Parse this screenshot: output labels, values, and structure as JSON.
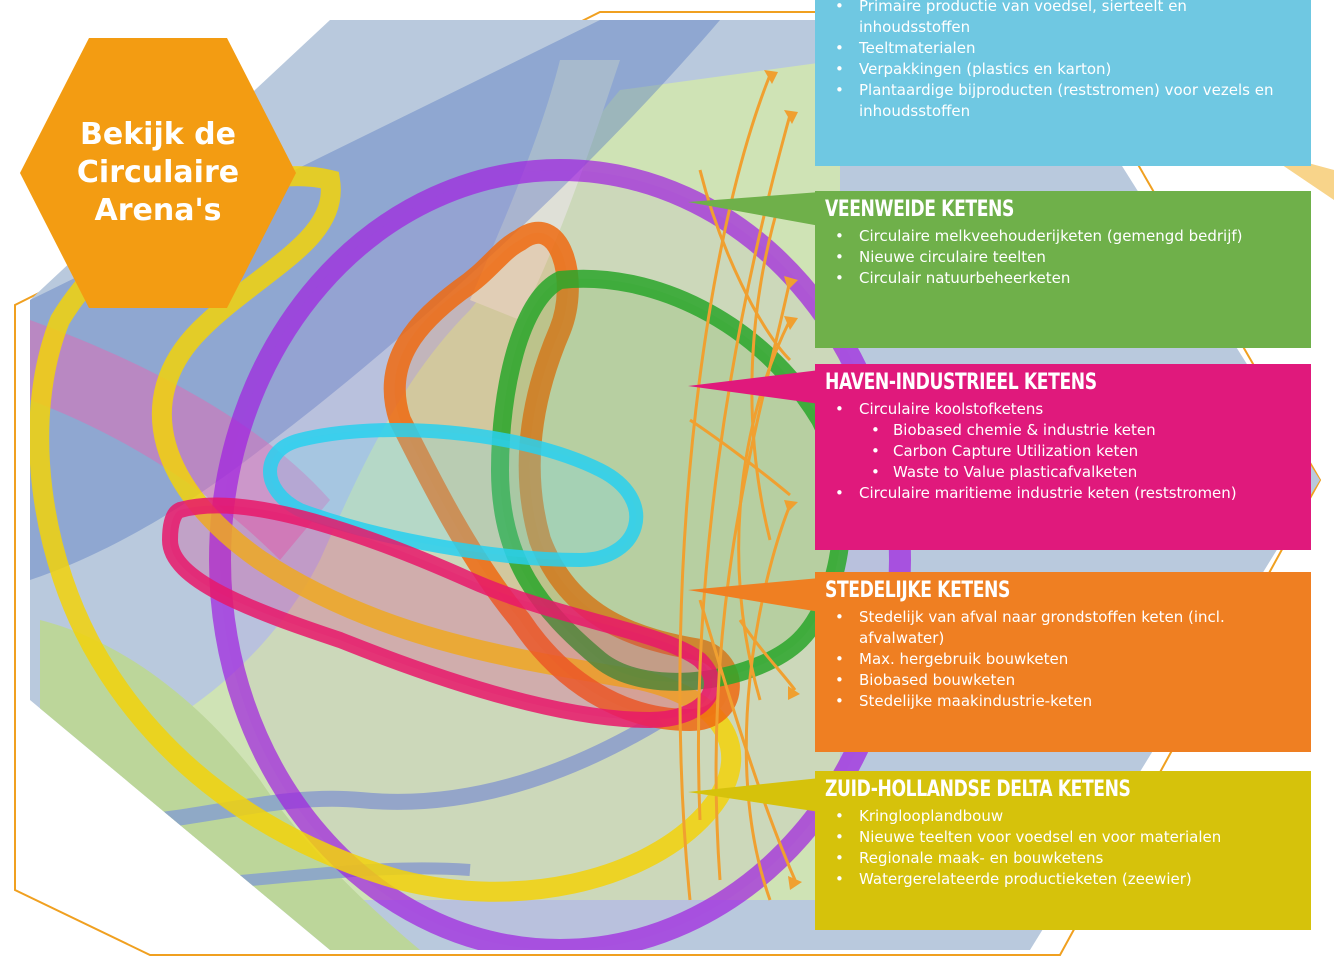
{
  "button": {
    "label": "Bekijk de\nCirculaire\nArena's"
  },
  "colors": {
    "primair": "#6fc8e2",
    "veenweide": "#6fb04a",
    "haven": "#e0197c",
    "stedelijk": "#ef7f22",
    "zuid": "#d6c20b",
    "hex_orange": "#f39c12",
    "ring_purple": "#a020e0"
  },
  "panels": {
    "primair": {
      "items": [
        "Primaire productie van voedsel, sierteelt en inhoudsstoffen",
        "Teeltmaterialen",
        "Verpakkingen (plastics en karton)",
        "Plantaardige bijproducten (reststromen) voor vezels en inhoudsstoffen"
      ]
    },
    "veenweide": {
      "title": "VEENWEIDE KETENS",
      "items": [
        "Circulaire melkveehouderijketen (gemengd bedrijf)",
        "Nieuwe circulaire teelten",
        "Circulair natuurbeheerketen"
      ]
    },
    "haven": {
      "title": "HAVEN-INDUSTRIEEL KETENS",
      "items": [
        "Circulaire koolstofketens",
        "Biobased chemie & industrie keten",
        "Carbon Capture Utilization keten",
        "Waste to Value plasticafvalketen",
        "Circulaire maritieme industrie keten (reststromen)"
      ]
    },
    "stedelijk": {
      "title": "STEDELIJKE KETENS",
      "items": [
        "Stedelijk van afval naar grondstoffen keten (incl. afvalwater)",
        "Max. hergebruik bouwketen",
        "Biobased bouwketen",
        "Stedelijke maakindustrie-keten"
      ]
    },
    "zuid": {
      "title": "ZUID-HOLLANDSE DELTA KETENS",
      "items": [
        "Kringlooplandbouw",
        "Nieuwe teelten voor voedsel en voor materialen",
        "Regionale maak- en bouwketens",
        "Watergerelateerde productieketen (zeewier)"
      ]
    }
  }
}
